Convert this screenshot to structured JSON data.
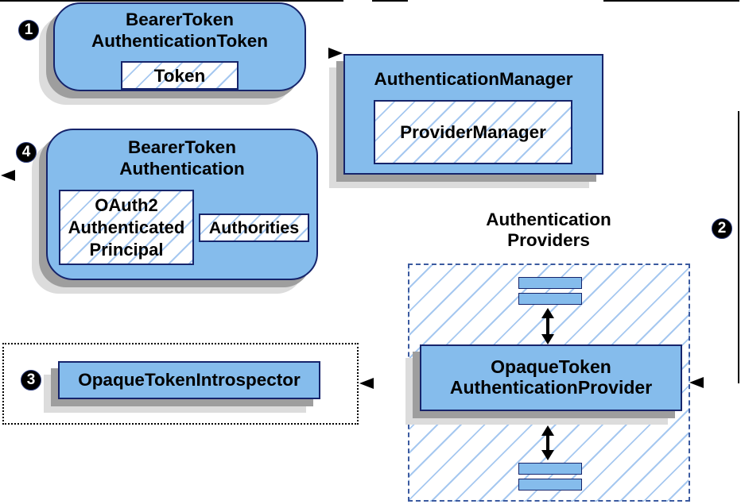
{
  "diagram": {
    "badges": {
      "step1": "1",
      "step2": "2",
      "step3": "3",
      "step4": "4"
    },
    "boxes": {
      "bearer_token_authentication_token": {
        "title_line1": "BearerToken",
        "title_line2": "AuthenticationToken",
        "token_label": "Token"
      },
      "authentication_manager": {
        "title": "AuthenticationManager",
        "provider_manager_label": "ProviderManager"
      },
      "bearer_token_authentication": {
        "title_line1": "BearerToken",
        "title_line2": "Authentication",
        "principal_line1": "OAuth2",
        "principal_line2": "Authenticated",
        "principal_line3": "Principal",
        "authorities_label": "Authorities"
      },
      "opaque_token_introspector": {
        "title": "OpaqueTokenIntrospector"
      },
      "opaque_token_authentication_provider": {
        "title_line1": "OpaqueToken",
        "title_line2": "AuthenticationProvider"
      }
    },
    "labels": {
      "providers_group_line1": "Authentication",
      "providers_group_line2": "Providers"
    },
    "colors": {
      "box_fill": "#85BCEC",
      "box_border": "#16246B",
      "hatch": "#A6C8F0",
      "providers_dash": "#3B5AA0",
      "shadow_dark": "#9E9E9E",
      "shadow_light": "#DCDCDC",
      "line": "#000000",
      "badge_bg": "#000000",
      "badge_text": "#FFFFFF"
    }
  }
}
